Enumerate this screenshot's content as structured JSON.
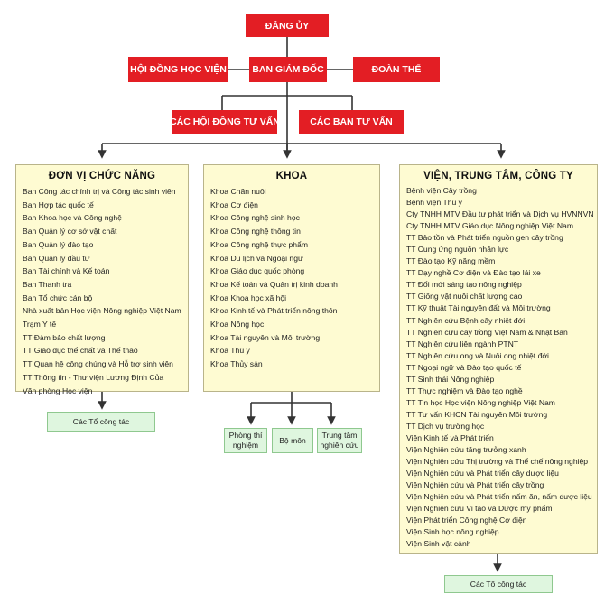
{
  "top": {
    "party_committee": "ĐẢNG ỦY",
    "academy_council": "HỘI ĐỒNG HỌC VIỆN",
    "board_of_directors": "BAN GIÁM ĐỐC",
    "unions": "ĐOÀN THỂ",
    "advisory_councils": "CÁC HỘI ĐỒNG TƯ VẤN",
    "advisory_boards": "CÁC BAN TƯ VẤN"
  },
  "functional_units": {
    "title": "ĐƠN VỊ CHỨC NĂNG",
    "items": [
      "Ban Công tác chính trị và Công tác sinh viên",
      "Ban Hợp tác quốc tế",
      "Ban Khoa học và Công nghệ",
      "Ban Quản lý cơ sở vật chất",
      "Ban Quản lý đào tạo",
      "Ban Quản lý đầu tư",
      "Ban Tài chính và Kế toán",
      "Ban Thanh tra",
      "Ban Tổ chức cán bộ",
      "Nhà xuất bản Học viện Nông nghiệp Việt Nam",
      "Trạm Y tế",
      "TT Đảm bảo chất lượng",
      "TT Giáo dục thể chất và Thể thao",
      "TT Quan hệ công chúng và Hỗ trợ sinh viên",
      "TT Thông tin - Thư viện Lương Định Của",
      "Văn phòng Học viện"
    ],
    "sub": "Các Tổ công tác"
  },
  "faculties": {
    "title": "KHOA",
    "items": [
      "Khoa Chăn nuôi",
      "Khoa Cơ điện",
      "Khoa Công nghệ sinh học",
      "Khoa Công nghệ thông tin",
      "Khoa Công nghệ thực phẩm",
      "Khoa Du lịch và Ngoại ngữ",
      "Khoa Giáo dục quốc phòng",
      "Khoa Kế toán và Quản trị kinh doanh",
      "Khoa Khoa học xã hội",
      "Khoa Kinh tế và Phát triển nông thôn",
      "Khoa Nông học",
      "Khoa Tài nguyên và Môi trường",
      "Khoa Thú y",
      "Khoa Thủy sản"
    ],
    "sub_labs": "Phòng thí nghiệm",
    "sub_departments": "Bộ môn",
    "sub_research_centers": "Trung tâm nghiên cứu"
  },
  "institutes": {
    "title": "VIỆN, TRUNG TÂM, CÔNG TY",
    "items": [
      "Bệnh viện Cây trồng",
      "Bệnh viện Thú y",
      "Cty TNHH MTV Đầu tư phát triển và Dịch vụ HVNNVN",
      "Cty TNHH MTV Giáo dục Nông nghiệp Việt Nam",
      "TT Bảo tồn và Phát triển nguồn gen cây trồng",
      "TT Cung ứng nguồn nhân lực",
      "TT Đào tạo Kỹ năng mềm",
      "TT Dạy nghề Cơ điện và Đào tạo lái xe",
      "TT Đổi mới sáng tạo nông nghiệp",
      "TT Giống vật nuôi chất lượng cao",
      "TT Kỹ thuật Tài nguyên đất và Môi trường",
      "TT Nghiên cứu Bệnh cây nhiệt đới",
      "TT Nghiên cứu cây trồng Việt Nam & Nhật Bản",
      "TT Nghiên cứu liên ngành PTNT",
      "TT Nghiên cứu ong và Nuôi ong nhiệt đới",
      "TT Ngoại ngữ và Đào tạo quốc tế",
      "TT Sinh thái Nông nghiệp",
      "TT Thực nghiệm và Đào tạo nghề",
      "TT Tin học Học viện Nông nghiệp Việt Nam",
      "TT Tư vấn KHCN Tài nguyên Môi trường",
      "TT Dịch vụ trường học",
      "Viện Kinh tế và Phát triển",
      "Viện Nghiên cứu tăng trưởng xanh",
      "Viện Nghiên cứu Thị trường và Thể chế nông nghiệp",
      "Viện Nghiên cứu và Phát triển cây dược liệu",
      "Viện Nghiên cứu và Phát triển cây trồng",
      "Viện Nghiên cứu và Phát triển nấm ăn, nấm dược liệu",
      "Viện Nghiên cứu Vi tảo và Dược mỹ phẩm",
      "Viện Phát triển Công nghệ Cơ điện",
      "Viện Sinh học nông nghiệp",
      "Viện Sinh vật cảnh"
    ],
    "sub": "Các Tổ công tác"
  },
  "colors": {
    "header_box": "#e31e24",
    "panel_bg": "#fefbd2",
    "sub_box_bg": "#dff6df",
    "connector": "#333333"
  }
}
